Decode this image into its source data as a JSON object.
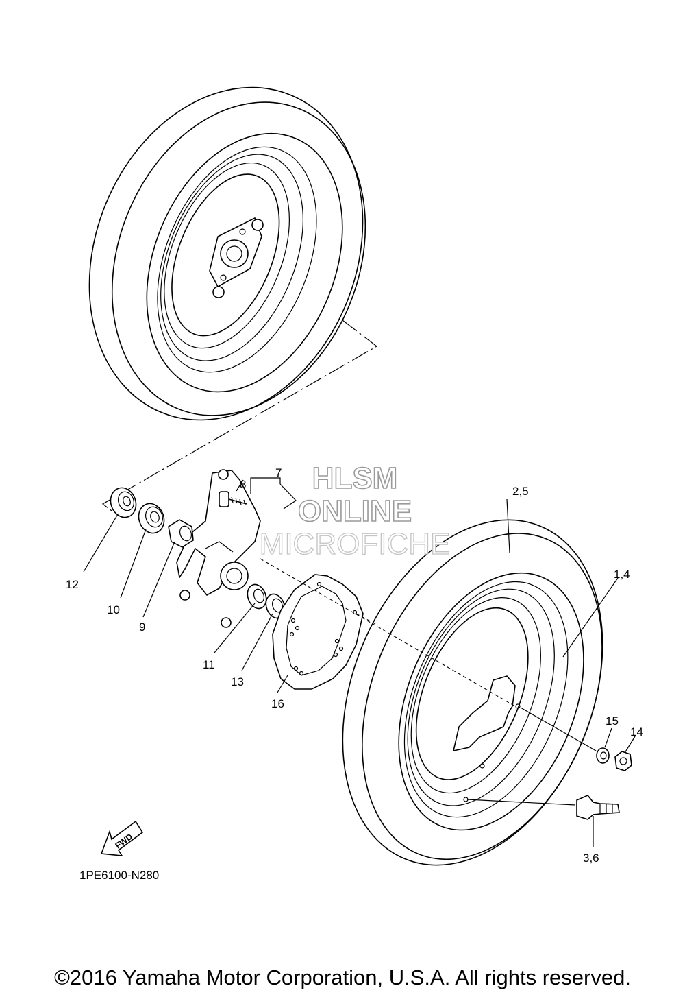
{
  "watermark": {
    "line1": "HLSM",
    "line2": "ONLINE",
    "line3": "MICROFICHE"
  },
  "callouts": {
    "c25": "2,5",
    "c14b": "1,4",
    "c7": "7",
    "c8": "8",
    "c12": "12",
    "c10": "10",
    "c9": "9",
    "c11": "11",
    "c13": "13",
    "c16": "16",
    "c15": "15",
    "c14": "14",
    "c36": "3,6"
  },
  "fwd_label": "FWD",
  "diagram_code": "1PE6100-N280",
  "copyright": "©2016 Yamaha Motor Corporation, U.S.A. All rights reserved."
}
